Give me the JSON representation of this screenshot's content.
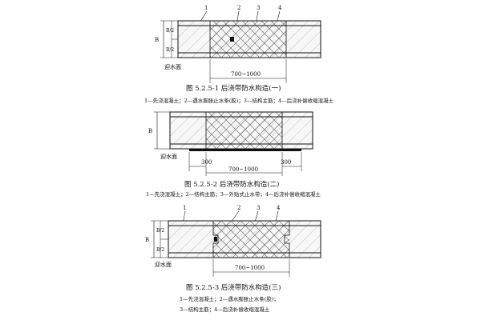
{
  "colors": {
    "line": "#111111",
    "concrete_fill": "#f4f4f4",
    "background": "#ffffff"
  },
  "common": {
    "callout_numbers": [
      "1",
      "2",
      "3",
      "4"
    ],
    "dim_B": "B",
    "dim_B_half": "B/2",
    "water_face": "迎水面",
    "width_range": "700~1000",
    "side_width": "300"
  },
  "figures": [
    {
      "caption": "图 5.2.5-1   后浇带防水构造(一)",
      "legend": [
        "1—先浇混凝土；2—遇水膨胀止水条(胶)；3—结构主筋；4—后浇补偿收缩混凝土"
      ]
    },
    {
      "caption": "图 5.2.5-2   后浇带防水构造(二)",
      "legend": [
        "1—先浇混凝土；2—结构主筋；3—外贴式止水带；4—后浇补偿收缩混凝土"
      ]
    },
    {
      "caption": "图 5.2.5-3   后浇带防水构造(三)",
      "legend": [
        "1—先浇混凝土；2—遇水膨胀止水条(胶)；",
        "3—结构主筋；4—后浇补偿收缩混凝土"
      ]
    }
  ]
}
